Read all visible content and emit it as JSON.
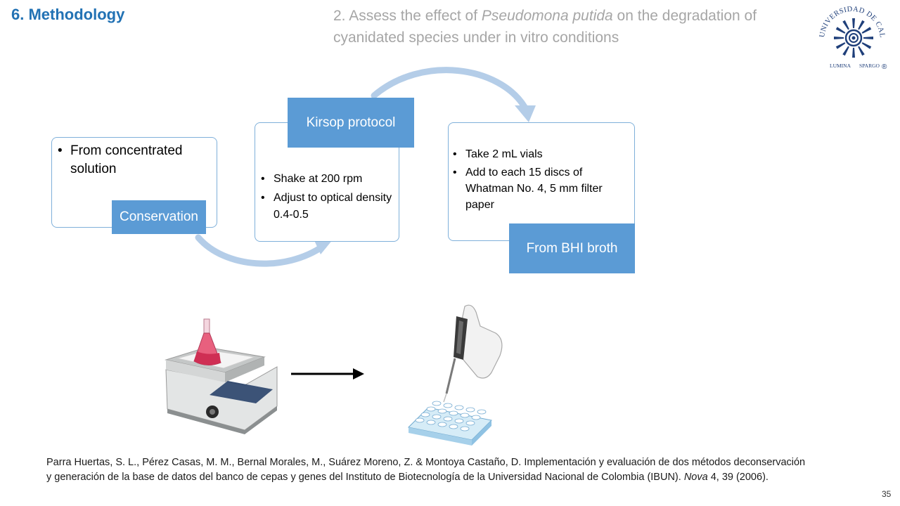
{
  "header": {
    "section_title": "6. Methodology",
    "objective_prefix": "2. Assess the effect of ",
    "objective_species": "Pseudomona putida",
    "objective_suffix": " on the degradation of cyanidated species under in vitro conditions"
  },
  "logo": {
    "text_top": "UNIVERSIDAD DE CALDAS",
    "text_left": "LUMINA",
    "text_right": "SPARGO",
    "registered": "®"
  },
  "process": {
    "steps": [
      {
        "label": "Conservation",
        "bullets": [
          "From concentrated solution"
        ]
      },
      {
        "label": "Kirsop protocol",
        "bullets": [
          "Shake at 200 rpm",
          "Adjust to optical density 0.4-0.5"
        ]
      },
      {
        "label": "From BHI broth",
        "bullets": [
          "Take 2 mL vials",
          "Add to each 15 discs of Whatman No. 4, 5 mm filter paper"
        ]
      }
    ]
  },
  "citation": {
    "text": "Parra Huertas, S. L., Pérez Casas, M. M., Bernal Morales, M., Suárez Moreno, Z. & Montoya Castaño, D. Implementación y evaluación de dos métodos deconservación y generación de la base de datos del banco de cepas y genes del Instituto de Biotecnología de la Universidad Nacional de Colombia (IBUN). ",
    "journal": "Nova",
    "details": " 4, 39 (2006)."
  },
  "page_number": "35",
  "colors": {
    "accent": "#2272b4",
    "label_fill": "#5b9bd5",
    "arrow": "#b4cde8",
    "subtitle": "#a6a6a6"
  }
}
